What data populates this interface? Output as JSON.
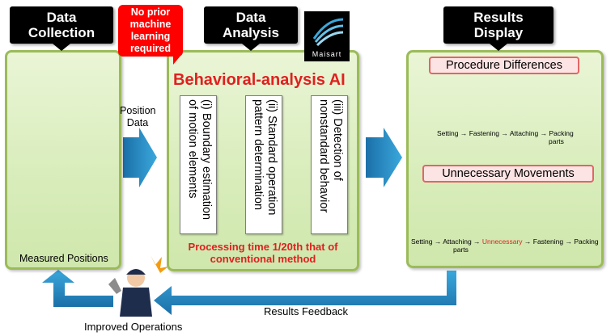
{
  "headers": {
    "collection": [
      "Data",
      "Collection"
    ],
    "analysis": [
      "Data",
      "Analysis"
    ],
    "results": [
      "Results",
      "Display"
    ]
  },
  "callout": [
    "No prior",
    "machine",
    "learning",
    "required"
  ],
  "logo_text": "Maisart",
  "position_data": [
    "Position",
    "Data"
  ],
  "measured_positions": "Measured Positions",
  "ai_title": "Behavioral-analysis AI",
  "steps": [
    [
      "(i) Boundary estimation",
      "of motion elements"
    ],
    [
      "(ii) Standard operation",
      "pattern determination"
    ],
    [
      "(iii) Detection of",
      "nonstandard behavior"
    ]
  ],
  "processing_time": [
    "Processing time 1/20th that of",
    "conventional method"
  ],
  "procedure_differences": {
    "title": "Procedure Differences",
    "sequence": [
      "Setting",
      "Fastening",
      "Attaching",
      "Packing"
    ],
    "second_line": "parts"
  },
  "unnecessary_movements": {
    "title": "Unnecessary Movements",
    "sequence": [
      "Setting",
      "Attaching",
      "Unnecessary",
      "Fastening",
      "Packing"
    ],
    "second_line": "parts"
  },
  "results_feedback": "Results Feedback",
  "improved_operations": "Improved Operations",
  "colors": {
    "panel_border": "#9bbb59",
    "panel_fill": "#d9edbc",
    "arrow_blue": "#2e95c8",
    "accent_red": "#e02020",
    "worker_navy": "#1f2d4d"
  }
}
